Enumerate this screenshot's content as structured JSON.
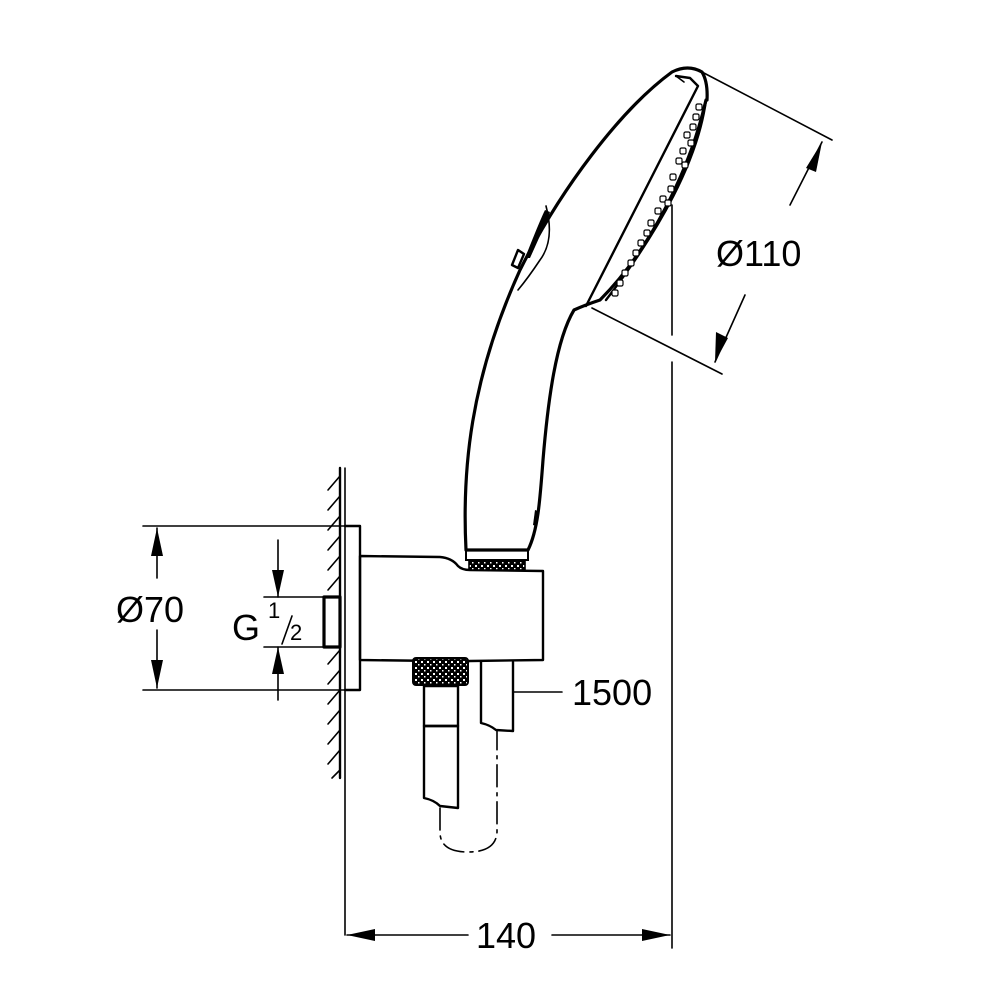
{
  "drawing": {
    "type": "technical-dimension-drawing",
    "subject": "hand shower with wall outlet holder and hose",
    "colors": {
      "line": "#000000",
      "background": "#ffffff"
    }
  },
  "dimensions": {
    "shower_head_diameter": {
      "symbol": "Ø",
      "value": "110",
      "label": "Ø110"
    },
    "wall_flange_diameter": {
      "symbol": "Ø",
      "value": "70",
      "label": "Ø70"
    },
    "thread": {
      "prefix": "G",
      "numerator": "1",
      "denominator": "2",
      "label": "G 1/2"
    },
    "hose_length": {
      "value": "1500",
      "label": "1500"
    },
    "projection": {
      "value": "140",
      "label": "140"
    }
  }
}
